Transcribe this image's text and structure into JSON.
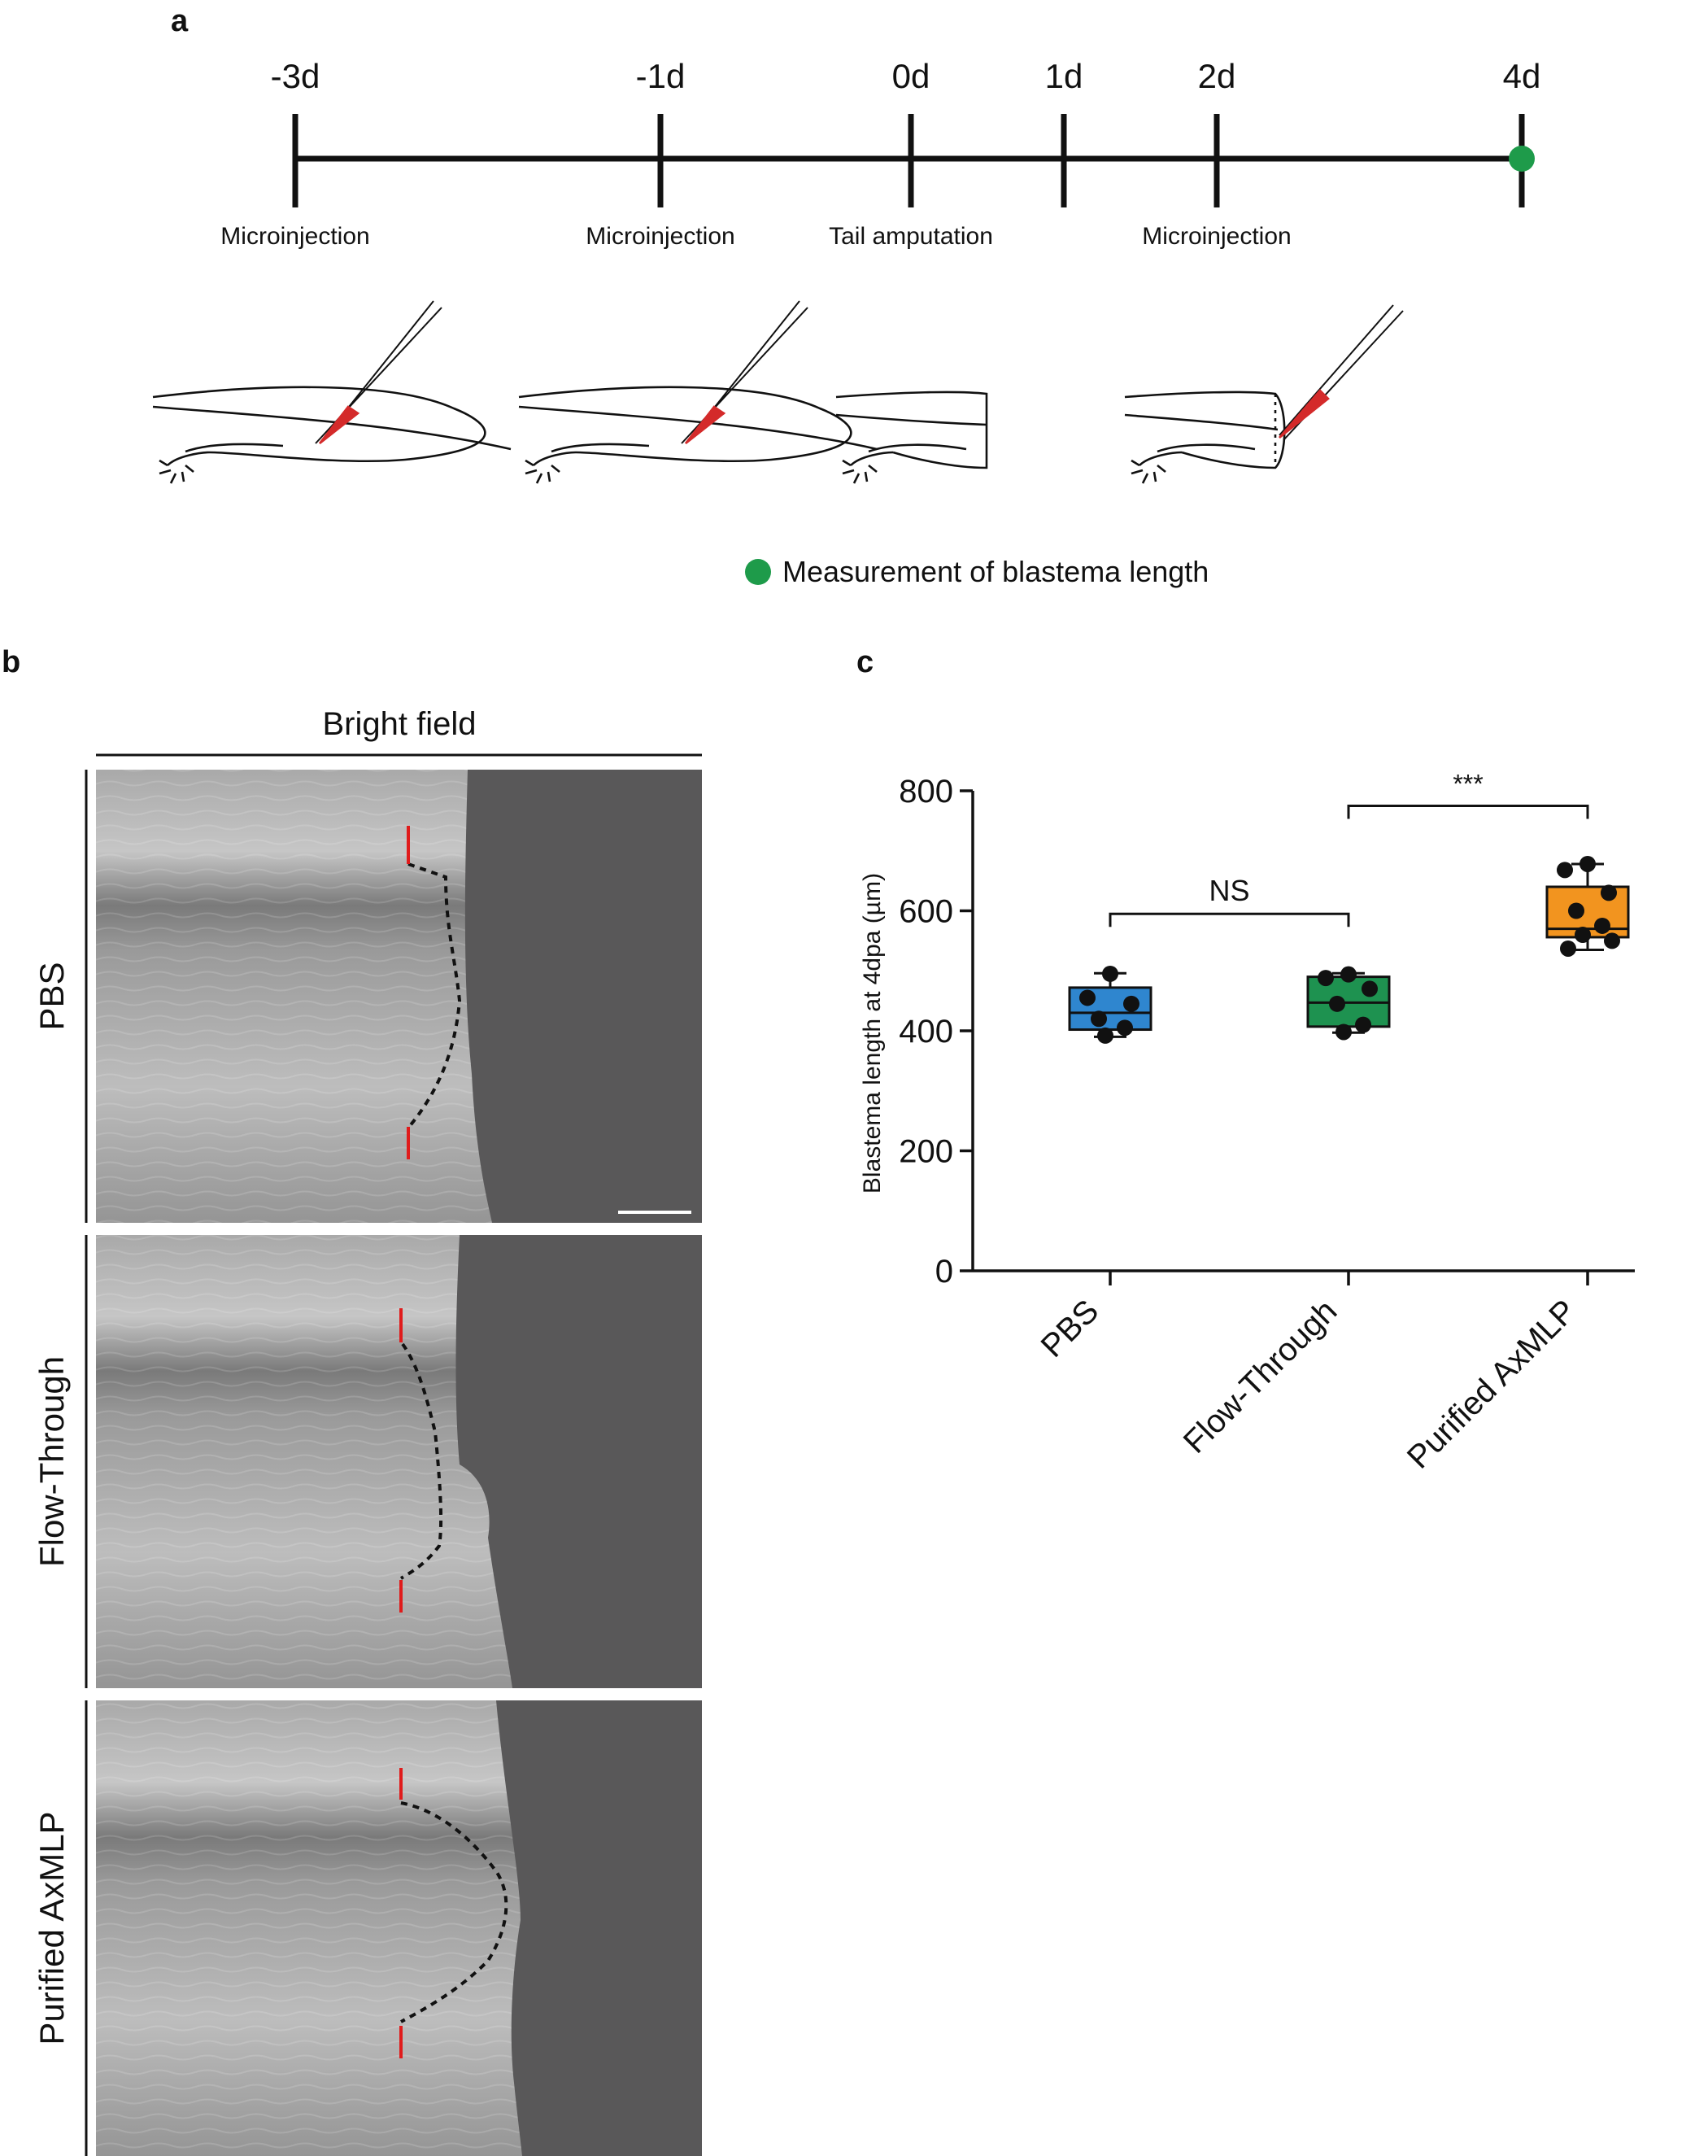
{
  "panel_a": {
    "label": "a",
    "timepoints": [
      {
        "tick": "-3d",
        "event": "Microinjection"
      },
      {
        "tick": "-1d",
        "event": "Microinjection"
      },
      {
        "tick": "0d",
        "event": "Tail amputation"
      },
      {
        "tick": "1d",
        "event": ""
      },
      {
        "tick": "2d",
        "event": "Microinjection"
      },
      {
        "tick": "4d",
        "event": ""
      }
    ],
    "legend": "Measurement of blastema length",
    "colors": {
      "marker": "#1e9b4a",
      "needle": "#d42a2a"
    }
  },
  "panel_b": {
    "label": "b",
    "header": "Bright field",
    "rows": [
      "PBS",
      "Flow-Through",
      "Purified AxMLP"
    ]
  },
  "panel_c": {
    "label": "c",
    "chart_data": {
      "type": "box",
      "categories": [
        "PBS",
        "Flow-Through",
        "Purified AxMLP"
      ],
      "ylabel": "Blastema length at 4dpa (µm)",
      "ylim": [
        0,
        800
      ],
      "yticks": [
        0,
        200,
        400,
        600,
        800
      ],
      "colors": [
        "#2f86cf",
        "#1e9250",
        "#f2941f"
      ],
      "boxes": [
        {
          "min": 390,
          "q1": 402,
          "median": 430,
          "q3": 472,
          "max": 496
        },
        {
          "min": 397,
          "q1": 407,
          "median": 447,
          "q3": 490,
          "max": 496
        },
        {
          "min": 535,
          "q1": 556,
          "median": 570,
          "q3": 640,
          "max": 678
        }
      ],
      "points": [
        [
          495,
          455,
          445,
          420,
          405,
          392
        ],
        [
          494,
          488,
          470,
          445,
          410,
          398
        ],
        [
          678,
          668,
          630,
          600,
          575,
          560,
          550,
          537
        ]
      ],
      "annotations": [
        {
          "from": 0,
          "to": 1,
          "text": "NS",
          "y": 595
        },
        {
          "from": 1,
          "to": 2,
          "text": "***",
          "y": 775
        }
      ]
    }
  }
}
